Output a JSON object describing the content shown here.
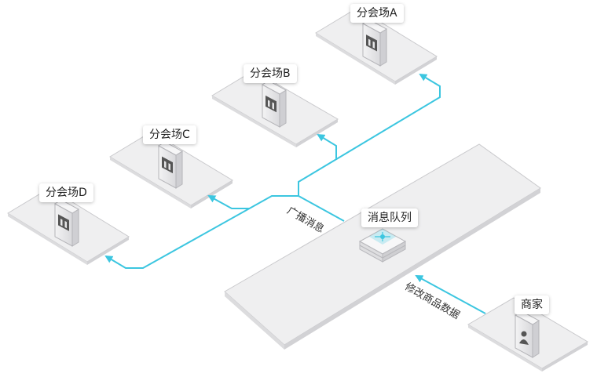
{
  "venues": [
    {
      "id": "A",
      "label": "分会场A"
    },
    {
      "id": "B",
      "label": "分会场B"
    },
    {
      "id": "C",
      "label": "分会场C"
    },
    {
      "id": "D",
      "label": "分会场D"
    }
  ],
  "queue": {
    "label": "消息队列"
  },
  "merchant": {
    "label": "商家"
  },
  "edges": {
    "broadcast": "广播消息",
    "modify": "修改商品数据"
  },
  "colors": {
    "line": "#3cc6e0",
    "platform": "#efeff0",
    "platform_edge": "#c9c9cc",
    "tower": "#e6e6e8",
    "icon": "#555555"
  }
}
